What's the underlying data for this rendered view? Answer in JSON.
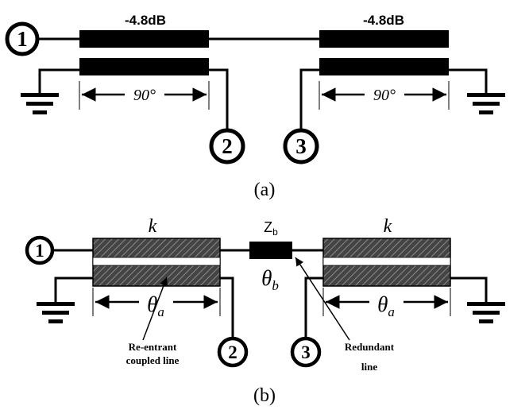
{
  "diagram_a": {
    "left_coupler_label": "-4.8dB",
    "right_coupler_label": "-4.8dB",
    "left_length_label": "90°",
    "right_length_label": "90°",
    "ports": [
      "1",
      "2",
      "3"
    ],
    "caption": "(a)"
  },
  "diagram_b": {
    "left_coupling_label": "k",
    "right_coupling_label": "k",
    "redundant_impedance_main": "Z",
    "redundant_impedance_sub": "b",
    "redundant_length_main": "θ",
    "redundant_length_sub": "b",
    "left_length_main": "θ",
    "left_length_sub": "a",
    "right_length_main": "θ",
    "right_length_sub": "a",
    "ports": [
      "1",
      "2",
      "3"
    ],
    "annotation_reentrant_line1": "Re-entrant",
    "annotation_reentrant_line2": "coupled line",
    "annotation_redundant_line1": "Redundant",
    "annotation_redundant_line2": "line",
    "caption": "(b)"
  }
}
